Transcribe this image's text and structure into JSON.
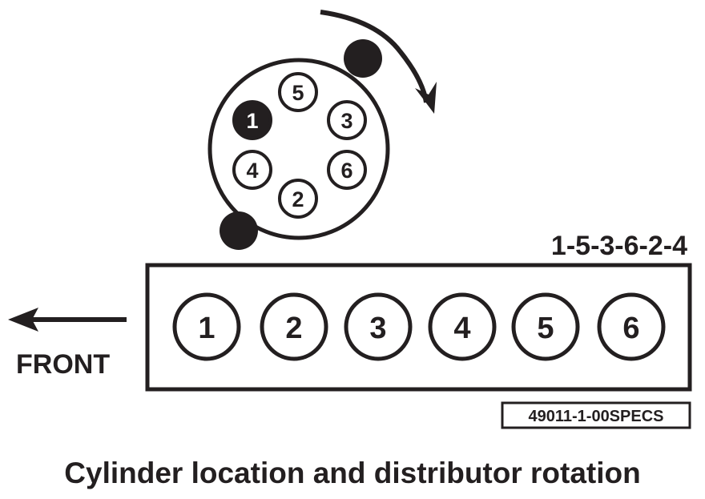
{
  "firing_order": "1-5-3-6-2-4",
  "front_label": "FRONT",
  "spec_code": "49011-1-00SPECS",
  "caption": "Cylinder location and distributor rotation",
  "distributor": {
    "terminals": [
      "1",
      "5",
      "3",
      "6",
      "2",
      "4"
    ],
    "active_terminal": "1"
  },
  "cylinders": [
    "1",
    "2",
    "3",
    "4",
    "5",
    "6"
  ],
  "colors": {
    "ink": "#231f20",
    "background": "#ffffff"
  }
}
